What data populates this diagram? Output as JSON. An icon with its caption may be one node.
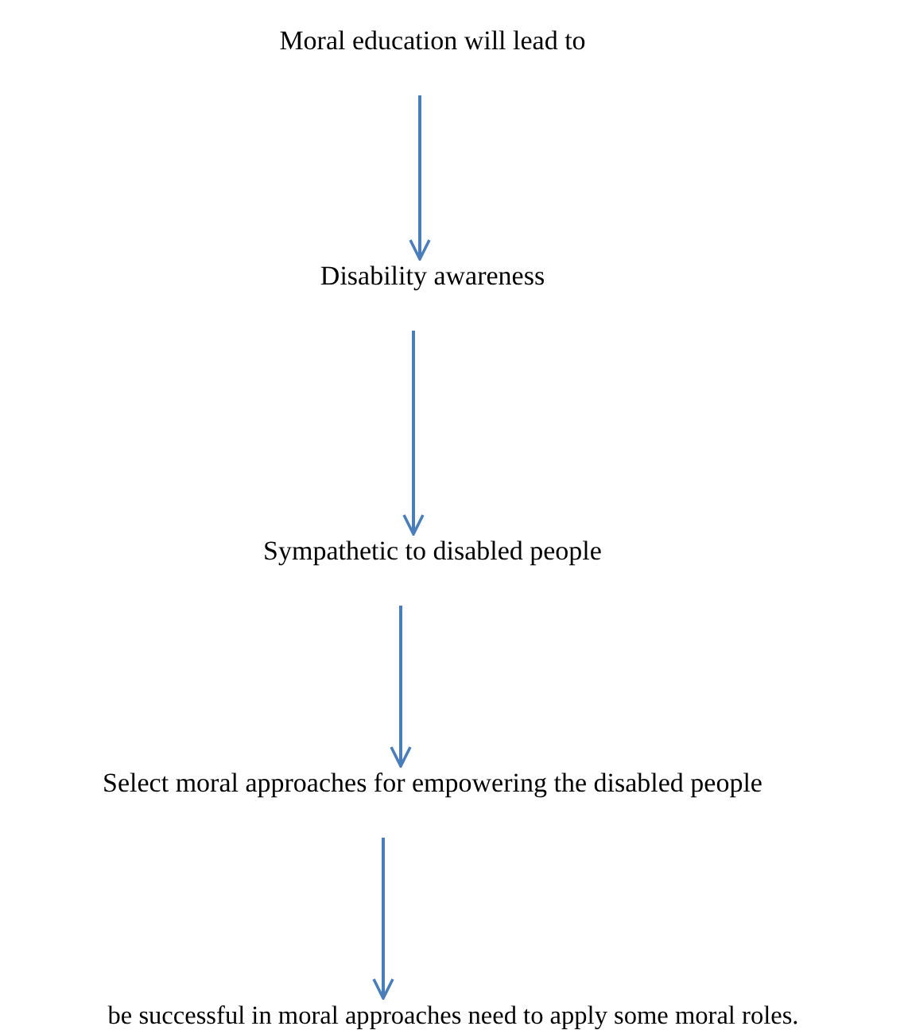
{
  "diagram": {
    "nodes": [
      {
        "text": [
          "Moral education will lead to"
        ]
      },
      {
        "text": [
          "Disability awareness"
        ]
      },
      {
        "text": [
          "Sympathetic to disabled people"
        ]
      },
      {
        "text": [
          "Select moral approaches for empowering the disabled people"
        ]
      },
      {
        "text": [
          "be successful in moral approaches need to apply some moral roles."
        ]
      }
    ],
    "edges": [
      {
        "from": 0,
        "to": 1,
        "arrow": "to"
      },
      {
        "from": 1,
        "to": 2,
        "arrow": "to"
      },
      {
        "from": 2,
        "to": 3,
        "arrow": "to"
      },
      {
        "from": 3,
        "to": 4,
        "arrow": "to"
      }
    ]
  }
}
